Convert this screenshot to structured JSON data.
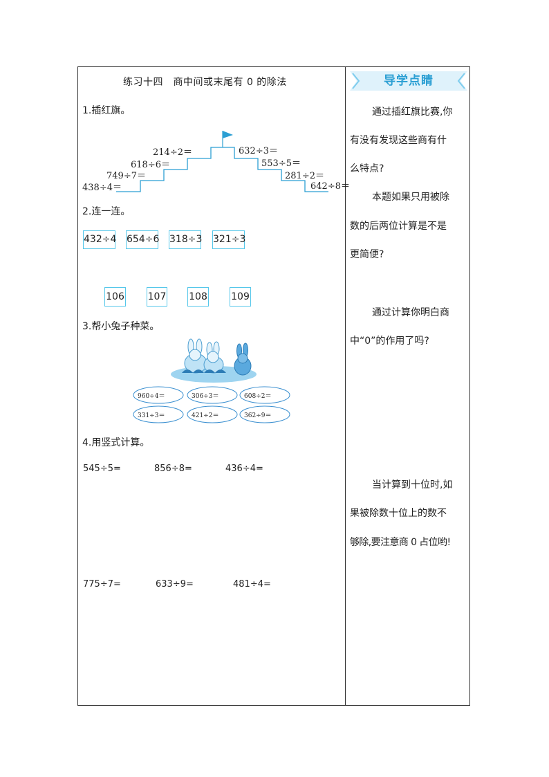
{
  "title": "练习十四　商中间或末尾有 0 的除法",
  "section1": {
    "heading": "1.插红旗。",
    "left_steps": [
      "438÷4＝",
      "749÷7＝",
      "618÷6＝",
      "214÷2＝"
    ],
    "right_steps": [
      "632÷3＝",
      "553÷5＝",
      "281÷2＝",
      "642÷8＝"
    ]
  },
  "section2": {
    "heading": "2.连一连。",
    "top_boxes": [
      "432÷4",
      "654÷6",
      "318÷3",
      "321÷3"
    ],
    "bottom_boxes": [
      "106",
      "107",
      "108",
      "109"
    ]
  },
  "section3": {
    "heading": "3.帮小兔子种菜。",
    "ovals": [
      "960÷4＝",
      "306÷3＝",
      "608÷2＝",
      "331÷3＝",
      "421÷2＝",
      "362÷9＝"
    ]
  },
  "section4": {
    "heading": "4.用竖式计算。",
    "row1": [
      "545÷5=",
      "856÷8=",
      "436÷4="
    ],
    "row2": [
      "775÷7=",
      "633÷9=",
      "481÷4="
    ]
  },
  "sidebar": {
    "banner": "导学点睛",
    "lines": [
      "通过插红旗比赛,你",
      "有没有发现这些商有什",
      "么特点?",
      "本题如果只用被除",
      "数的后两位计算是不是",
      "更简便?",
      "通过计算你明白商",
      "中“0”的作用了吗?",
      "当计算到十位时,如",
      "果被除数十位上的数不",
      "够除,要注意商 0 占位哟!"
    ]
  },
  "colors": {
    "accent": "#2b9fd3",
    "box_border": "#55c7ea",
    "oval_border": "#3a8fd0"
  }
}
